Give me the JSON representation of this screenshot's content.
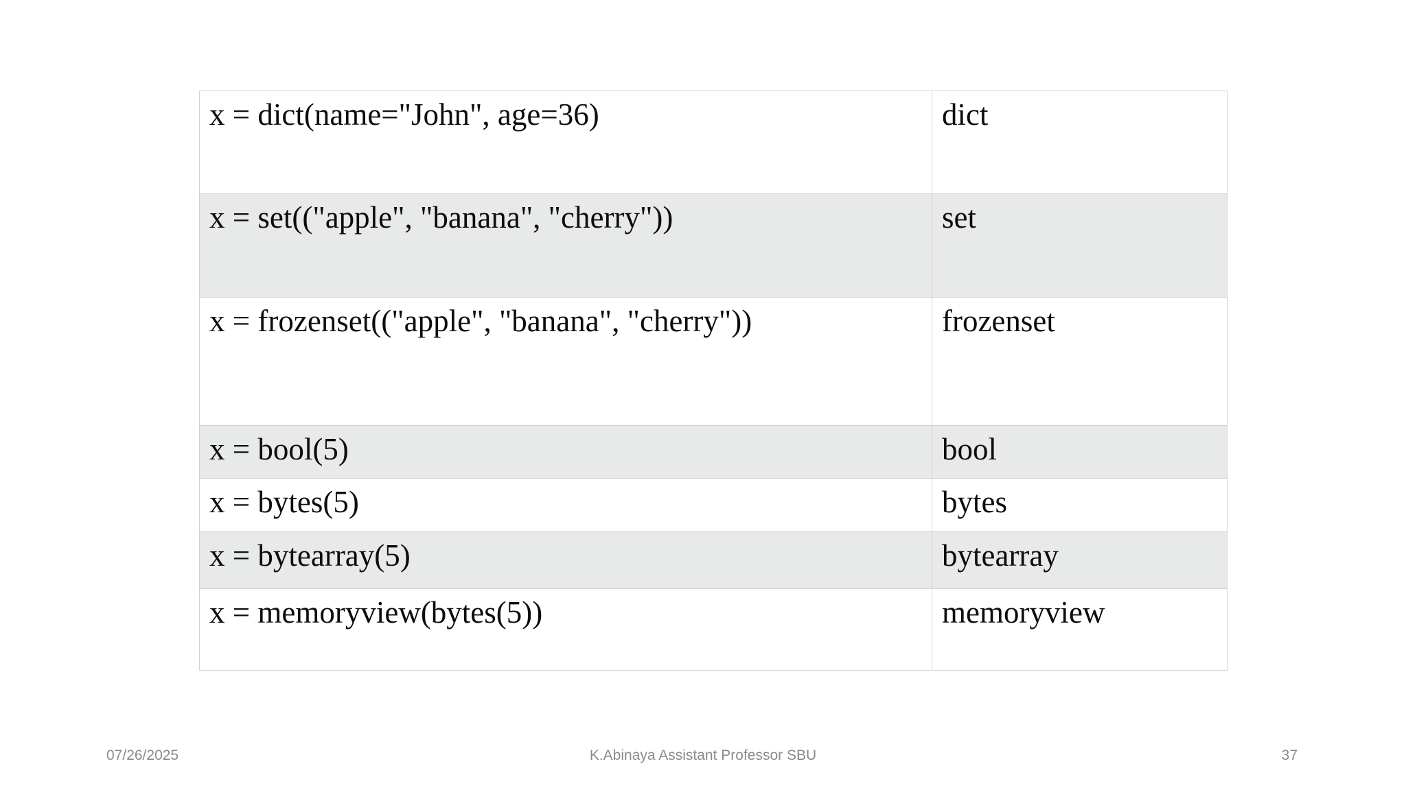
{
  "slide": {
    "table": {
      "rows": [
        {
          "code": "x = dict(name=\"John\", age=36)",
          "type": "dict"
        },
        {
          "code": "x = set((\"apple\", \"banana\", \"cherry\"))",
          "type": "set"
        },
        {
          "code": "x = frozenset((\"apple\", \"banana\", \"cherry\"))",
          "type": "frozenset"
        },
        {
          "code": "x = bool(5)",
          "type": "bool"
        },
        {
          "code": "x = bytes(5)",
          "type": "bytes"
        },
        {
          "code": "x = bytearray(5)",
          "type": "bytearray"
        },
        {
          "code": "x = memoryview(bytes(5))",
          "type": "memoryview"
        }
      ],
      "band_color": "#e8e9e9",
      "border_color": "#d2d2d2"
    },
    "footer": {
      "date": "07/26/2025",
      "credit": "K.Abinaya Assistant Professor SBU",
      "page_number": "37",
      "text_color": "#8a8a8a"
    }
  }
}
